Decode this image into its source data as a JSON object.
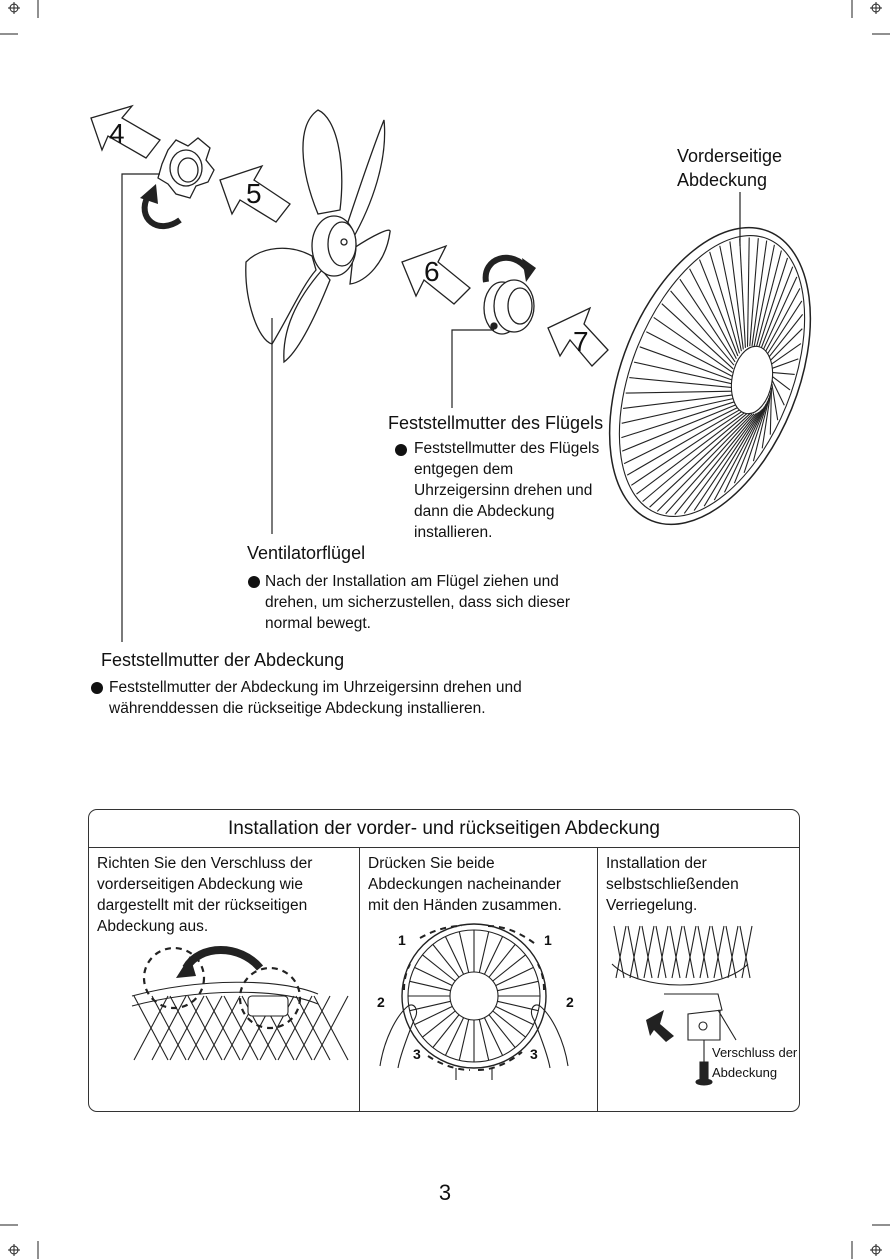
{
  "steps": {
    "s4": "4",
    "s5": "5",
    "s6": "6",
    "s7": "7"
  },
  "front_cover_label": [
    "Vorderseitige",
    "Abdeckung"
  ],
  "blade_nut": {
    "title": "Feststellmutter des Flügels",
    "lines": [
      "Feststellmutter des Flügels",
      "entgegen dem",
      "Uhrzeigersinn drehen  und",
      "dann die Abdeckung",
      "installieren."
    ]
  },
  "blade": {
    "title": "Ventilatorflügel",
    "lines": [
      "Nach der Installation am Flügel ziehen und",
      "drehen, um sicherzustellen, dass sich dieser",
      "normal bewegt."
    ]
  },
  "cover_nut": {
    "title": "Feststellmutter der Abdeckung",
    "lines": [
      "Feststellmutter der Abdeckung im Uhrzeigersinn drehen und",
      "währenddessen die rückseitige Abdeckung installieren."
    ]
  },
  "install": {
    "title": "Installation der vorder- und rückseitigen Abdeckung",
    "col1": [
      "Richten Sie den Verschluss der",
      "vorderseitigen Abdeckung wie",
      "dargestellt mit der rückseitigen",
      "Abdeckung aus."
    ],
    "col2": [
      "Drücken Sie beide",
      "Abdeckungen nacheinander",
      "mit den Händen zusammen."
    ],
    "col3": [
      "Installation der",
      "selbstschließenden",
      "Verriegelung."
    ],
    "marks": {
      "n1": "1",
      "n2": "2",
      "n3": "3"
    },
    "clasp_label": [
      "Verschluss der",
      "Abdeckung"
    ]
  },
  "page_number": "3"
}
